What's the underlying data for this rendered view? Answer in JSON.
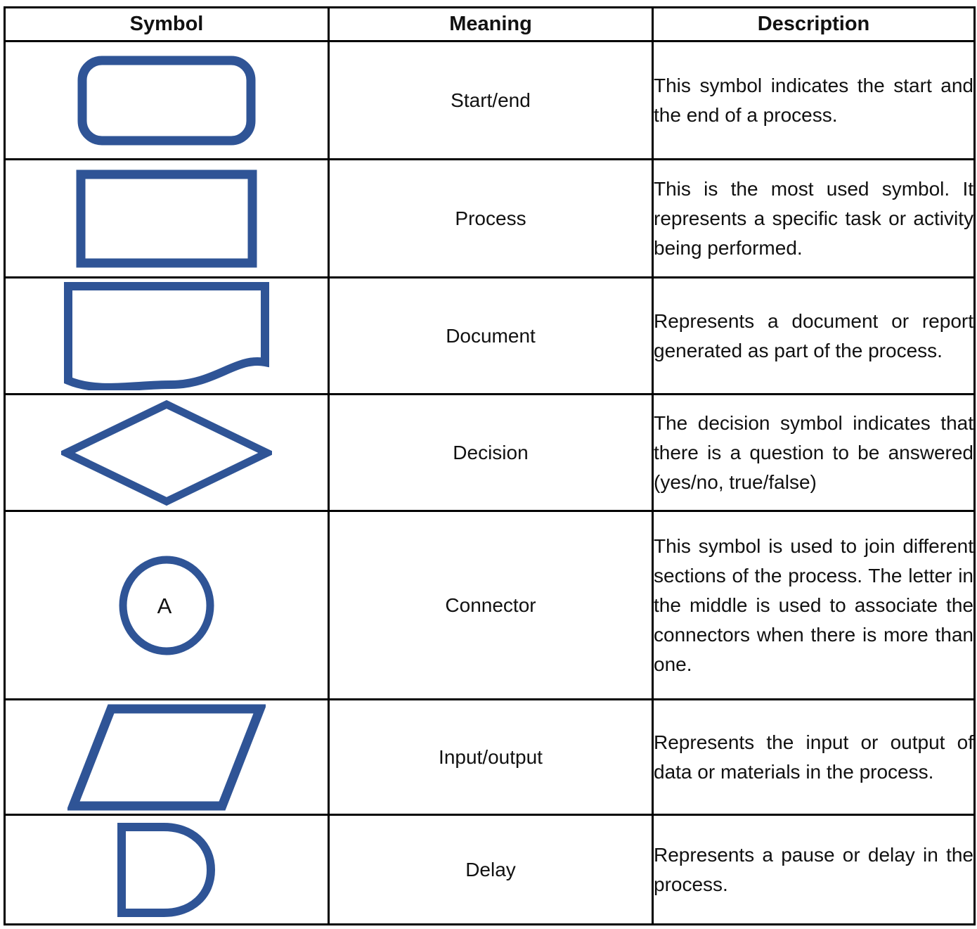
{
  "header": {
    "symbol": "Symbol",
    "meaning": "Meaning",
    "description": "Description"
  },
  "rows": [
    {
      "symbol": "start-end-rounded-rectangle",
      "meaning": "Start/end",
      "description": "This symbol indicates the start and the end of a process."
    },
    {
      "symbol": "process-rectangle",
      "meaning": "Process",
      "description": "This is the most used symbol. It represents a specific task or activity being performed."
    },
    {
      "symbol": "document-wavy-rectangle",
      "meaning": "Document",
      "description": "Represents a document or report generated as part of the process."
    },
    {
      "symbol": "decision-diamond",
      "meaning": "Decision",
      "description": "The decision symbol indicates that there is a question to be answered (yes/no, true/false)"
    },
    {
      "symbol": "connector-circle",
      "symbol_label": "A",
      "meaning": "Connector",
      "description": "This symbol is used to join different sections of the process.  The letter in the middle is used to associate the connectors when there is more than one."
    },
    {
      "symbol": "input-output-parallelogram",
      "meaning": "Input/output",
      "description": "Represents the input or output of data or materials in the process."
    },
    {
      "symbol": "delay-d-shape",
      "meaning": "Delay",
      "description": "Represents a pause or delay in the process."
    }
  ],
  "colors": {
    "shape-stroke": "#2f5496",
    "table-border": "#000000",
    "text-color": "#111111"
  }
}
